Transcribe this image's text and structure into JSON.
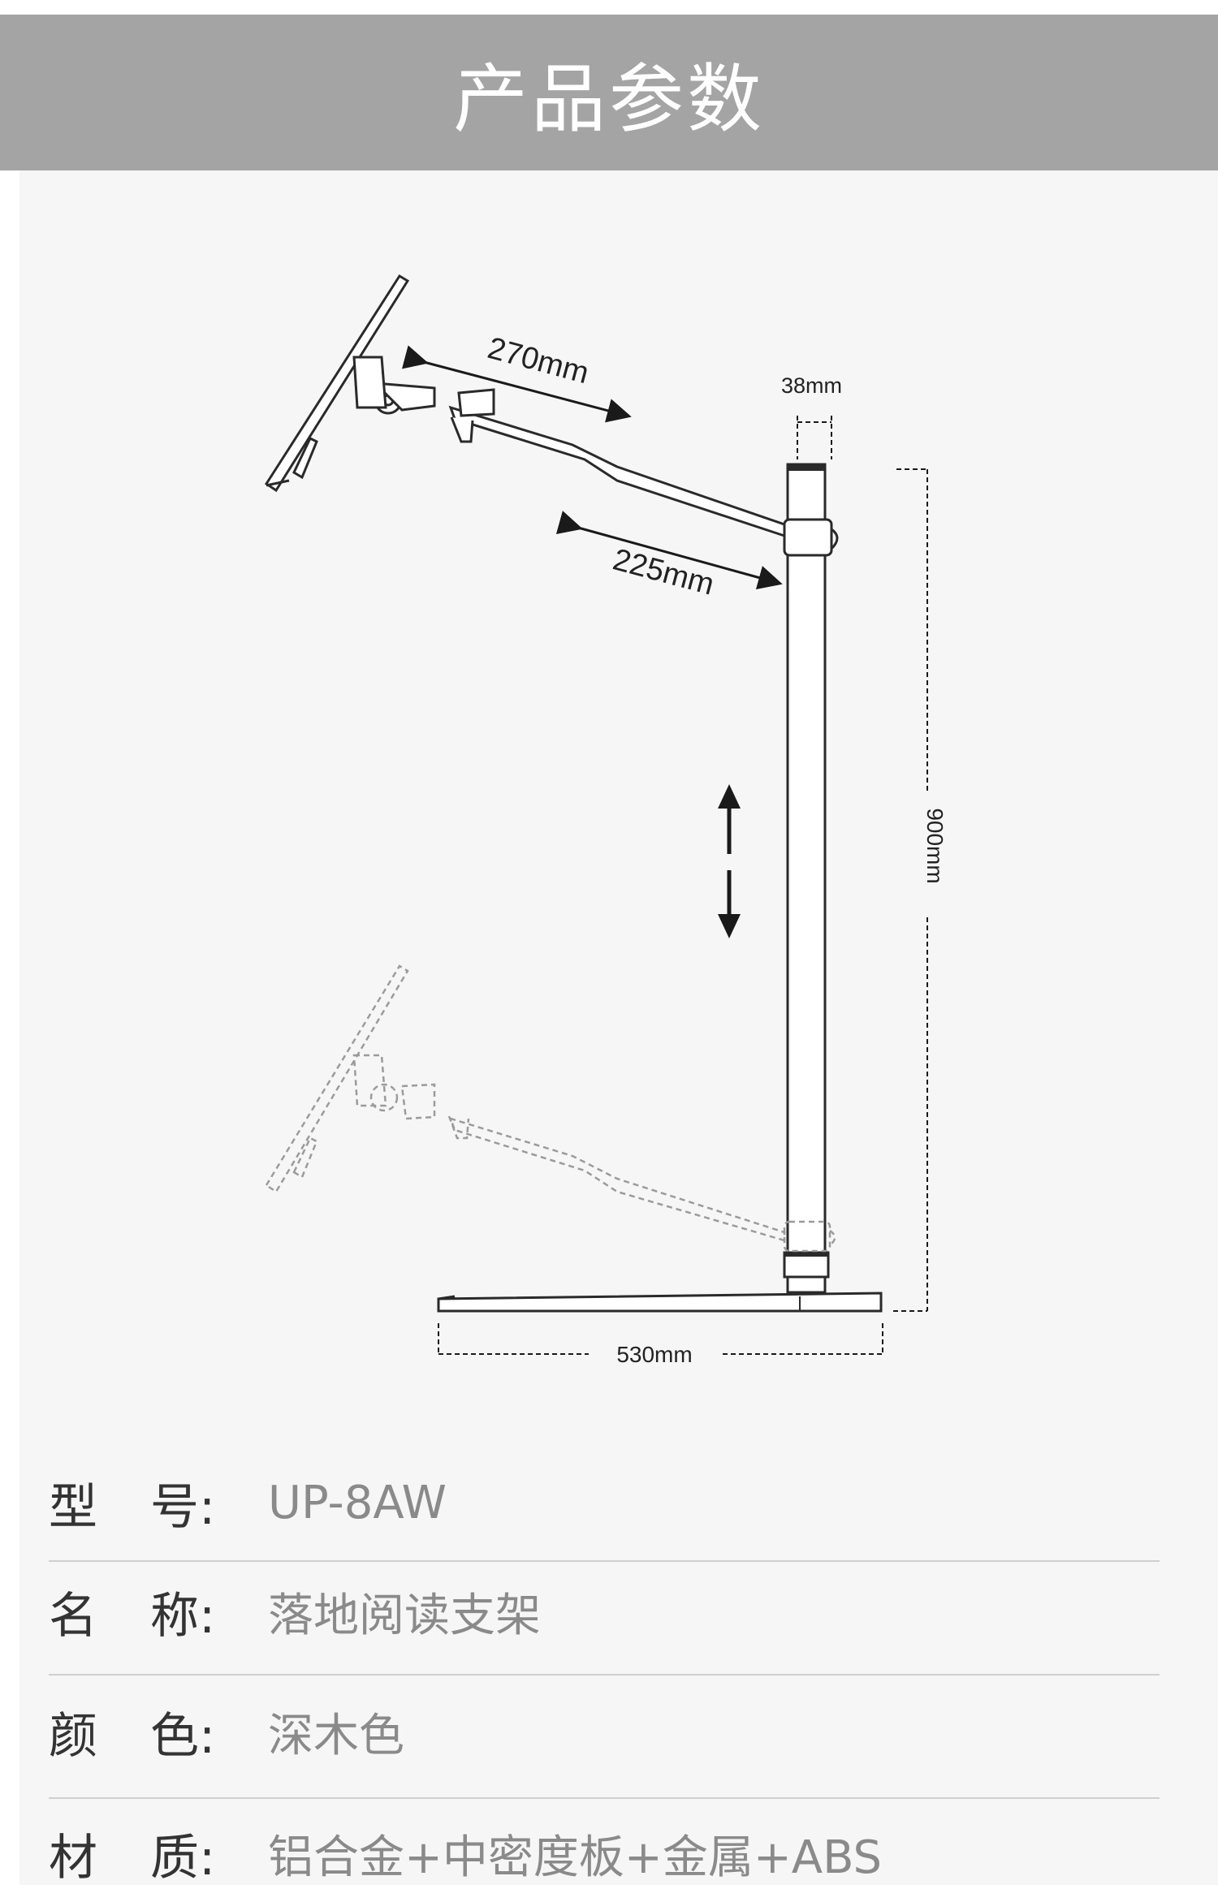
{
  "header": {
    "title": "产品参数"
  },
  "diagram": {
    "dimensions": {
      "upper_arm": "270mm",
      "lower_arm": "225mm",
      "pole_diameter": "38mm",
      "height": "900mm",
      "base_width": "530mm"
    },
    "adjust_direction": "up-down-arrows-icon"
  },
  "specs": [
    {
      "label_a": "型",
      "label_b": "号:",
      "value": "UP-8AW"
    },
    {
      "label_a": "名",
      "label_b": "称:",
      "value": "落地阅读支架"
    },
    {
      "label_a": "颜",
      "label_b": "色:",
      "value": "深木色"
    },
    {
      "label_a": "材",
      "label_b": "质:",
      "value": "铝合金+中密度板+金属+ABS"
    }
  ],
  "colors": {
    "header_bg": "#a4a4a4",
    "panel_bg": "#f6f6f6",
    "label_text": "#333333",
    "value_text": "#8a8a8a"
  }
}
